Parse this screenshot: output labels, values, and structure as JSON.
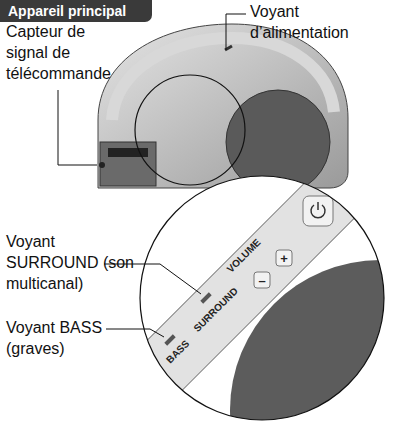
{
  "diagram": {
    "title": "Appareil principal",
    "labels": [
      "Voyant d’alimentation",
      "Capteur de signal de télécommande",
      "Voyant SURROUND (son multicanal)",
      "Voyant BASS (graves)",
      "BASS",
      "SURROUND",
      "VOLUME",
      "–",
      "+"
    ]
  }
}
